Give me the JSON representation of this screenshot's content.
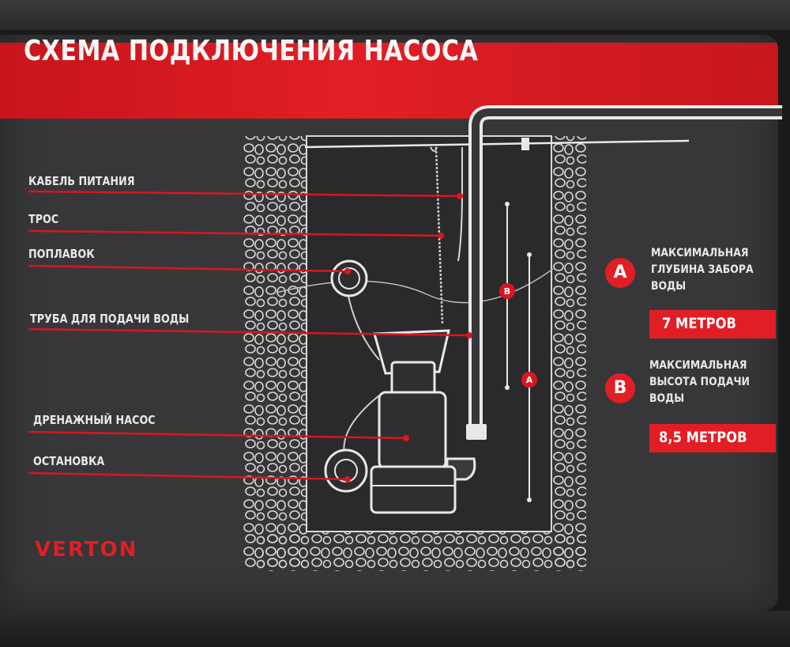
{
  "title": "СХЕМА ПОДКЛЮЧЕНИЯ НАСОСА",
  "labels": {
    "cable": "КАБЕЛЬ ПИТАНИЯ",
    "rope": "ТРОС",
    "float": "ПОПЛАВОК",
    "pipe": "ТРУБА ДЛЯ ПОДАЧИ ВОДЫ",
    "pump": "ДРЕНАЖНЫЙ НАСОС",
    "stop": "ОСТАНОВКА"
  },
  "specs": {
    "a": {
      "letter": "A",
      "text": "МАКСИМАЛЬНАЯ\nГЛУБИНА ЗАБОРА\nВОДЫ",
      "value": "7 МЕТРОВ"
    },
    "b": {
      "letter": "B",
      "text": "МАКСИМАЛЬНАЯ\nВЫСОТА ПОДАЧИ\nВОДЫ",
      "value": "8,5 МЕТРОВ"
    }
  },
  "diagram_markers": {
    "a": "A",
    "b": "B"
  },
  "brand": "VERTON",
  "colors": {
    "accent": "#e11e25",
    "panel": "#373739",
    "line": "#e8e8e8"
  }
}
